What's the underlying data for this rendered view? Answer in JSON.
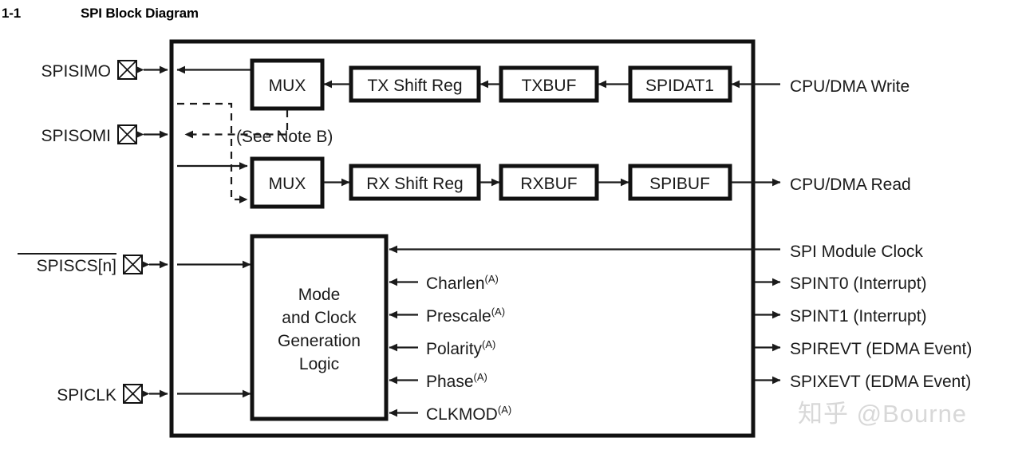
{
  "figure": {
    "number": "1-1",
    "title": "SPI Block Diagram"
  },
  "watermark": "知乎 @Bourne",
  "pins": [
    {
      "id": "spisimo",
      "label": "SPISIMO",
      "overbar": false,
      "icon": "pin-square-x-icon"
    },
    {
      "id": "spisomi",
      "label": "SPISOMI",
      "overbar": false,
      "icon": "pin-square-x-icon"
    },
    {
      "id": "spiscs",
      "label": "SPISCS[n]",
      "overbar": true,
      "icon": "pin-square-x-icon"
    },
    {
      "id": "spiclk",
      "label": "SPICLK",
      "overbar": false,
      "icon": "pin-square-x-icon"
    }
  ],
  "note": {
    "text": "(See Note B)"
  },
  "blocks": [
    {
      "id": "mux-tx",
      "label": "MUX"
    },
    {
      "id": "tx-shift-reg",
      "label": "TX Shift Reg"
    },
    {
      "id": "txbuf",
      "label": "TXBUF"
    },
    {
      "id": "spidat1",
      "label": "SPIDAT1"
    },
    {
      "id": "mux-rx",
      "label": "MUX"
    },
    {
      "id": "rx-shift-reg",
      "label": "RX Shift Reg"
    },
    {
      "id": "rxbuf",
      "label": "RXBUF"
    },
    {
      "id": "spibuf",
      "label": "SPIBUF"
    }
  ],
  "mode_block": {
    "id": "mode-clock-generation-logic",
    "lines": [
      "Mode",
      "and Clock",
      "Generation",
      "Logic"
    ]
  },
  "control_inputs": [
    {
      "id": "charlen",
      "label": "Charlen",
      "sup": "(A)"
    },
    {
      "id": "prescale",
      "label": "Prescale",
      "sup": "(A)"
    },
    {
      "id": "polarity",
      "label": "Polarity",
      "sup": "(A)"
    },
    {
      "id": "phase",
      "label": "Phase",
      "sup": "(A)"
    },
    {
      "id": "clkmod",
      "label": "CLKMOD",
      "sup": "(A)"
    }
  ],
  "right_ports": [
    {
      "id": "cpu-dma-write",
      "label": "CPU/DMA Write",
      "direction": "in"
    },
    {
      "id": "cpu-dma-read",
      "label": "CPU/DMA Read",
      "direction": "out"
    },
    {
      "id": "spi-module-clock",
      "label": "SPI Module Clock",
      "direction": "in"
    },
    {
      "id": "spint0",
      "label": "SPINT0 (Interrupt)",
      "direction": "out"
    },
    {
      "id": "spint1",
      "label": "SPINT1 (Interrupt)",
      "direction": "out"
    },
    {
      "id": "spirevt",
      "label": "SPIREVT (EDMA Event)",
      "direction": "out"
    },
    {
      "id": "spixevt",
      "label": "SPIXEVT (EDMA Event)",
      "direction": "out"
    }
  ],
  "colors": {
    "line": "#1a1a1a",
    "box_border": "#111111",
    "background": "#ffffff",
    "watermark": "#d8d8d8"
  }
}
